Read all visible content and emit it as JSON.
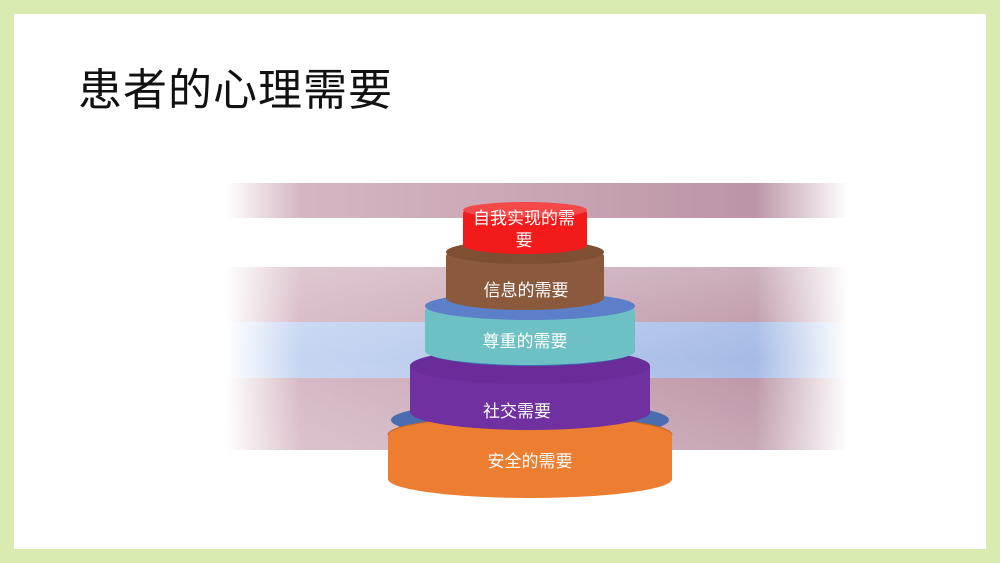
{
  "title": "患者的心理需要",
  "pyramid": {
    "tiers": [
      {
        "label_line1": "自我实现的需",
        "label_line2": "要",
        "color": "#f21a1a"
      },
      {
        "label": "信息的需要",
        "color": "#8b5a3c"
      },
      {
        "label": "尊重的需要",
        "color": "#6dc0c4"
      },
      {
        "label": "社交需要",
        "color": "#7030a0"
      },
      {
        "label": "安全的需要",
        "color": "#ed7d31"
      }
    ]
  }
}
